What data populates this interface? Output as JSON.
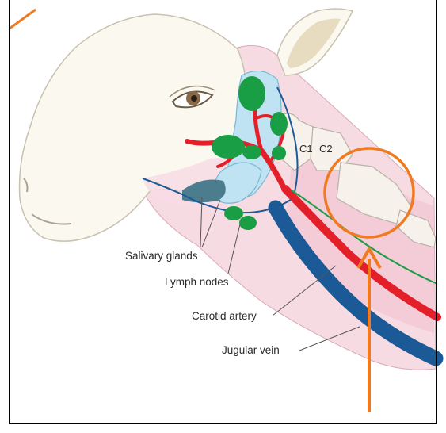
{
  "labels": {
    "vertebra_c1": "C1",
    "vertebra_c2": "C2",
    "salivary_glands": "Salivary glands",
    "lymph_nodes": "Lymph nodes",
    "carotid_artery": "Carotid artery",
    "jugular_vein": "Jugular vein"
  },
  "colors": {
    "frame": "#000000",
    "head": "#fbf8ef",
    "ear_inner": "#e8dcc0",
    "neck_tissue": "#f7dbe3",
    "neck_deep": "#f0c0cf",
    "vertebra": "#f6f1ea",
    "salivary_light": "#bfe3f2",
    "salivary_dark": "#4c7d8e",
    "lymph_node": "#1a9e45",
    "artery": "#e3202a",
    "vein": "#1b5a96",
    "nerve": "#1a9e45",
    "pointer": "#f07a20"
  }
}
